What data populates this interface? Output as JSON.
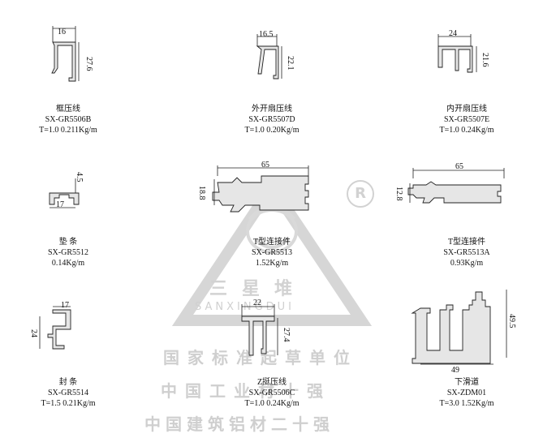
{
  "watermark": {
    "brand_cn": "三星堆",
    "brand_en": "SANXINGDUI",
    "registered_mark": "R",
    "slogans": [
      "国家标准起草单位",
      "中国工业材十强",
      "中国建筑铝材二十强"
    ]
  },
  "profiles": [
    {
      "name": "框压线",
      "code": "SX-GR5506B",
      "spec": "T=1.0 0.211Kg/m",
      "dims": [
        "16",
        "27.6"
      ]
    },
    {
      "name": "外开扇压线",
      "code": "SX-GR5507D",
      "spec": "T=1.0 0.20Kg/m",
      "dims": [
        "16.5",
        "22.1"
      ]
    },
    {
      "name": "内开扇压线",
      "code": "SX-GR5507E",
      "spec": "T=1.0 0.24Kg/m",
      "dims": [
        "24",
        "21.6"
      ]
    },
    {
      "name": "垫  条",
      "code": "SX-GR5512",
      "spec": "0.14Kg/m",
      "dims": [
        "17",
        "4.5"
      ]
    },
    {
      "name": "T型连接件",
      "code": "SX-GR5513",
      "spec": "1.52Kg/m",
      "dims": [
        "65",
        "18.8"
      ]
    },
    {
      "name": "T型连接件",
      "code": "SX-GR5513A",
      "spec": "0.93Kg/m",
      "dims": [
        "65",
        "12.8"
      ]
    },
    {
      "name": "封  条",
      "code": "SX-GR5514",
      "spec": "T=1.5 0.21Kg/m",
      "dims": [
        "17",
        "24"
      ]
    },
    {
      "name": "Z挺压线",
      "code": "SX-GR5506C",
      "spec": "T=1.0 0.24Kg/m",
      "dims": [
        "22",
        "27.4"
      ]
    },
    {
      "name": "下滑道",
      "code": "SX-ZDM01",
      "spec": "T=3.0 1.52Kg/m",
      "dims": [
        "49",
        "49.5"
      ]
    }
  ]
}
